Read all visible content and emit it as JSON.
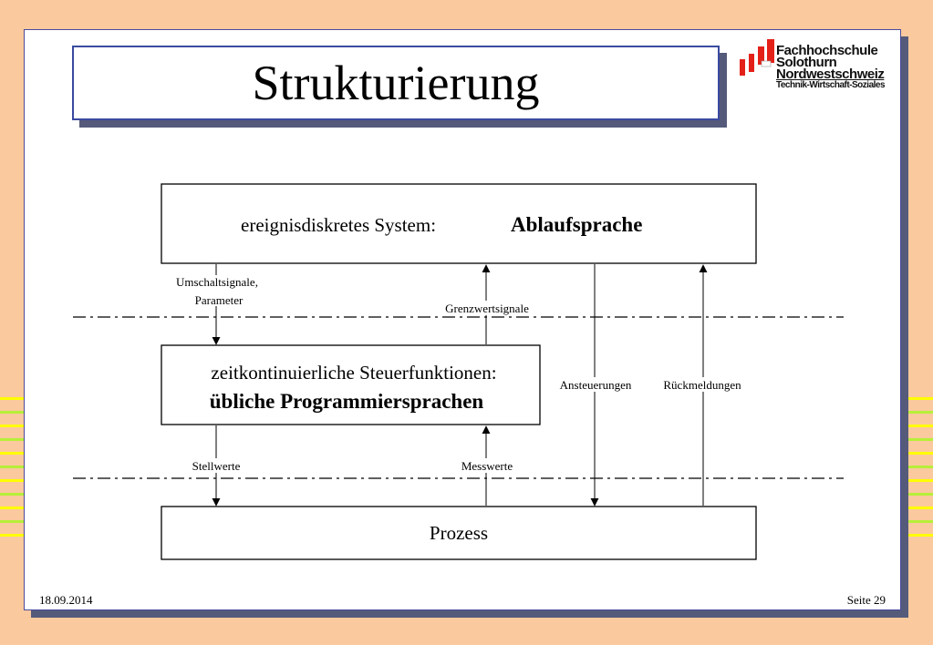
{
  "title": "Strukturierung",
  "logo": {
    "line1": "Fachhochschule",
    "line2": "Solothurn",
    "line3": "Nordwestschweiz",
    "line4": "Technik-Wirtschaft-Soziales"
  },
  "boxes": {
    "top": {
      "label": "ereignisdiskretes System:",
      "emphasis": "Ablaufsprache"
    },
    "middle": {
      "label": "zeitkontinuierliche Steuerfunktionen:",
      "emphasis": "übliche Programmiersprachen"
    },
    "bottom": {
      "label": "Prozess"
    }
  },
  "signals": {
    "umschalt_line1": "Umschaltsignale,",
    "umschalt_line2": "Parameter",
    "grenzwert": "Grenzwertsignale",
    "ansteuerungen": "Ansteuerungen",
    "rueckmeldungen": "Rückmeldungen",
    "stellwerte": "Stellwerte",
    "messwerte": "Messwerte"
  },
  "footer": {
    "date": "18.09.2014",
    "page": "Seite 29"
  },
  "colors": {
    "background": "#fbc99e",
    "title_border": "#3a4aa0",
    "shadow": "#555a7a",
    "logo_red": "#e32119"
  }
}
